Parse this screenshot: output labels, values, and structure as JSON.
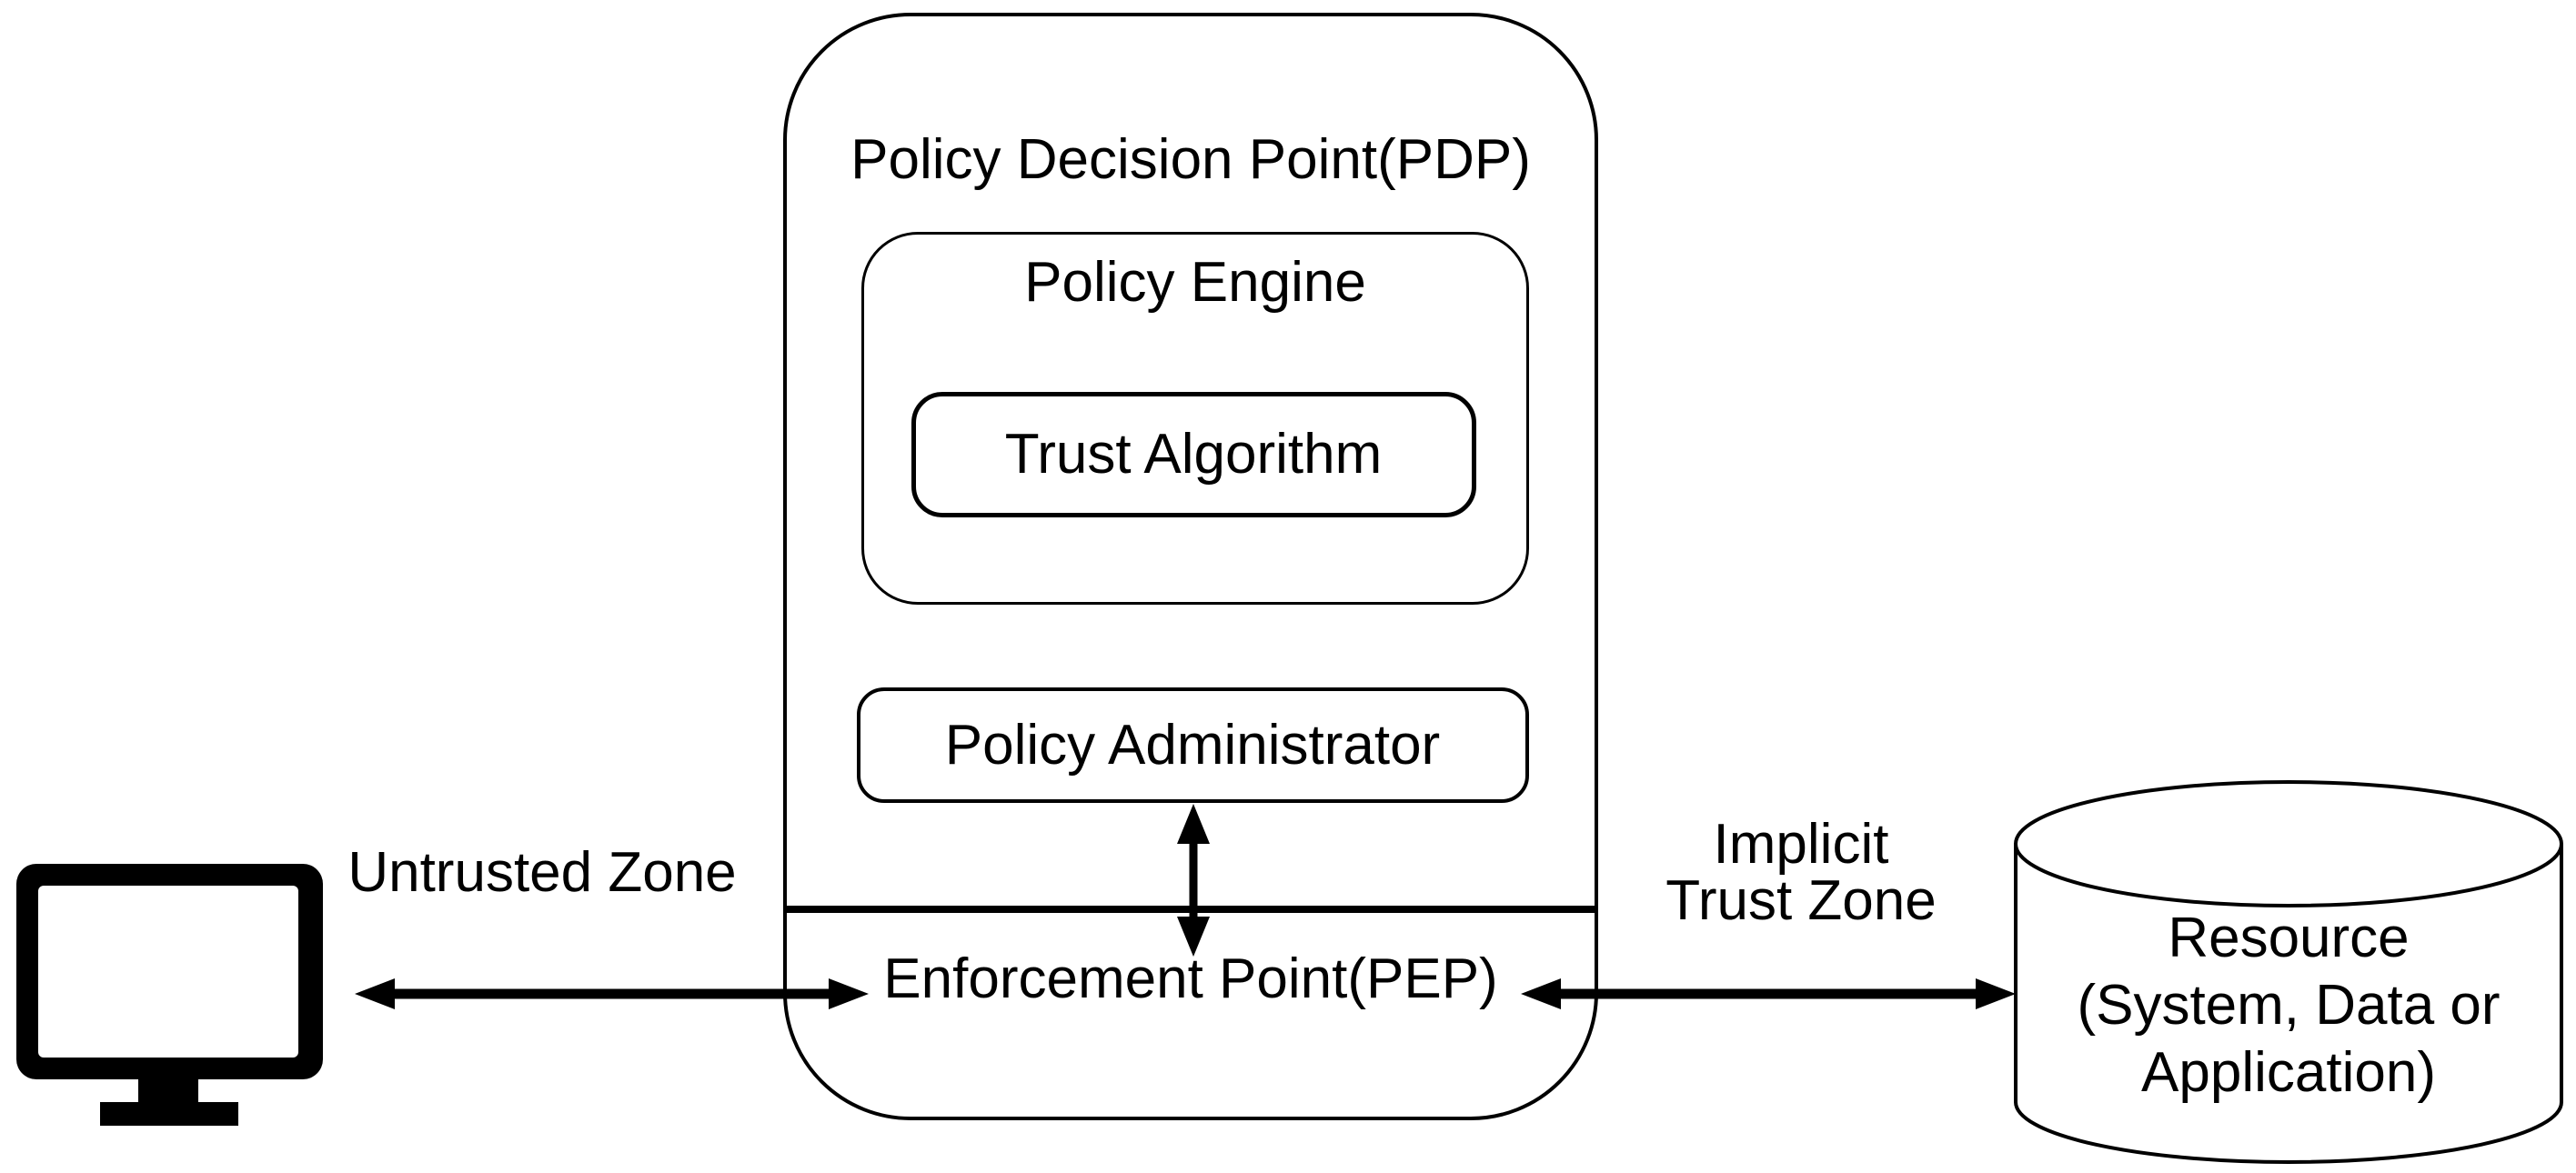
{
  "colors": {
    "ink": "#000000",
    "paper": "#ffffff"
  },
  "pdp": {
    "title": "Policy Decision Point(PDP)",
    "policy_engine": {
      "label": "Policy Engine",
      "trust_algorithm": {
        "label": "Trust Algorithm"
      }
    },
    "policy_administrator": {
      "label": "Policy Administrator"
    },
    "enforcement_point": {
      "label": "Enforcement Point(PEP)"
    }
  },
  "zones": {
    "untrusted": {
      "label": "Untrusted Zone"
    },
    "implicit": {
      "lines": [
        "Implicit",
        "Trust Zone"
      ]
    }
  },
  "client": {
    "icon": "desktop-monitor"
  },
  "resource": {
    "icon": "database-cylinder",
    "lines": [
      "Resource",
      "(System, Data or",
      "Application)"
    ]
  },
  "connections": [
    {
      "from": "client-device",
      "to": "enforcement-point",
      "style": "double-headed-arrow"
    },
    {
      "from": "policy-administrator",
      "to": "enforcement-point",
      "style": "double-headed-arrow"
    },
    {
      "from": "enforcement-point",
      "to": "resource",
      "style": "double-headed-arrow"
    }
  ]
}
